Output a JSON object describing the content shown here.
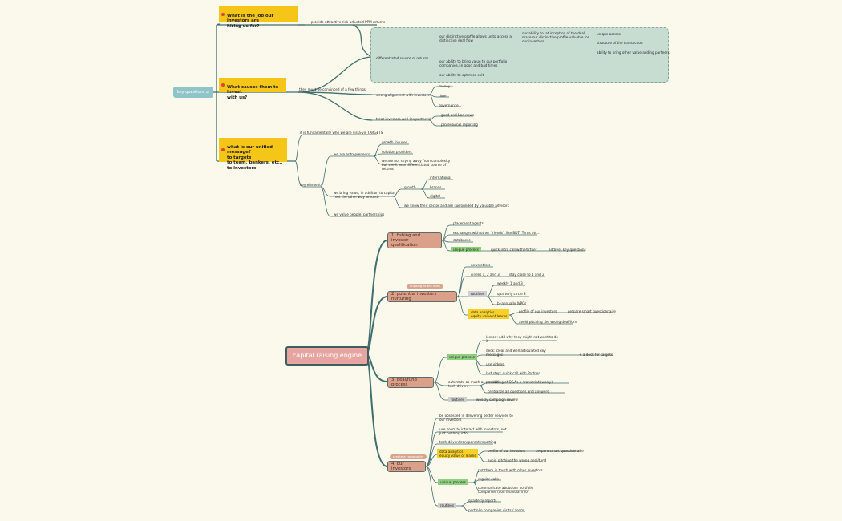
{
  "key_questions": {
    "label": "key questions",
    "icon": "link-icon"
  },
  "q1": {
    "title": "What is the job our investors are\nhiring us for?",
    "answer": "provide attractive risk-adjusted PPM returns"
  },
  "q2": {
    "title": "What causes them to invest\nwith us?",
    "intro": "they must be convinced of a few things",
    "differentiated": "differentiated source of returns",
    "distinctive": "our distinctive profile allows us to access a\ndistinctive deal flow",
    "ability_inception": "our ability to, at inception of the deal,\nmake our distinctive profile valuable for\nour investors",
    "unique_access": "unique access",
    "structure": "structure of the transaction",
    "bring_other": "ability to bring other value-adding partners",
    "bring_value": "our ability to bring value to our portfolio\ncompanies, in good and bad times",
    "optimise": "our ability to optimise exit",
    "alignment": "strong alignment with investors",
    "money": "money",
    "time": "time",
    "governance": "governance",
    "treat": "treat investors well (as partners)",
    "good_bad": "good and bad news",
    "reporting": "professional reporting"
  },
  "q3": {
    "title": "what is our unified message?\nto targets\nto team, bankers, etc..\nto investors",
    "fundamentally": "it is fundamentally who we are vis-a-vis TARGETS",
    "key_elements": "key elements",
    "entrepreneurs": "we are entrepreneurs",
    "growth_focused": "growth focused",
    "solution": "solution providers",
    "not_shying": "we are not shying away from complexity\nbut see it as a differentiated source of\nreturns",
    "bring_value": "we bring value, in addition to capital\n(not the other way around)",
    "growth": "growth",
    "international": "international",
    "brands": "brands",
    "digital": "digital",
    "know_sector": "we know their sector and are surrounded by valuable advisors",
    "value_people": "we value people, partnerships"
  },
  "central": "capital raising engine",
  "s1": {
    "title": "1. fishing and investor\nqualification",
    "placement": "placement agents",
    "exchanges": "exchanges with other 'friends', like BDT, Tyrus etc...",
    "databases": "databases",
    "unique": "unique process",
    "quick_intro": "quick intro call with Partner",
    "address": "address key questions"
  },
  "s2": {
    "pill": "ongoing at the start",
    "title": "2. potential investors nurturing",
    "newsletters": "newsletters",
    "circles": "circles 1, 2 and 3",
    "stay_close": "stay close to 1 and 2",
    "routines": "routines",
    "weekly": "weekly 1 and 3",
    "quarterly": "quarterly circle 3",
    "biannual": "bi-annually lVPCs",
    "data_analytics": "data analytics\nequity value of learns",
    "profile": "profile of our investors",
    "prepare": "prepare smart questionnaire",
    "avoid": "avoid pitching the wrong deal/fund"
  },
  "s3": {
    "title": "3. deal/fund process",
    "unique": "unique process",
    "lesson": "lesson: add why they might not want to do\nit",
    "deck": "deck: clear and well-articulated key\nmessages",
    "deck_targets": "+ a deck for targets",
    "video": "use videos",
    "last_step": "last step: quick call with Partner",
    "automate": "automate as much as possible\ntech-driven",
    "recording": "recording of Q&As + transcript (worry)",
    "centralize": "centralize all questions and answers",
    "routines": "routines",
    "weekly_review": "weekly campaign review"
  },
  "s4": {
    "pill": "create a community",
    "title": "4. our investors",
    "obsessed": "be obsessed in delivering better services to\nour investors",
    "zoom": "use zoom to interact with investors, not\njust pushing info",
    "tech_reporting": "tech-driven transparent reporting",
    "data_analytics": "data analytics\nequity value of learns",
    "profile": "profile of our investors",
    "prepare": "prepare smart questionnaire",
    "avoid": "avoid pitching the wrong deal/fund",
    "unique": "unique process",
    "put_touch": "put them in touch with other investors",
    "regular_calls": "regular calls",
    "communicate": "communicate about our portfolio\ncompanies (non financial info)",
    "routines": "routines",
    "quarterly_reports": "quarterly reports",
    "portfolio_visits": "portfolio companies visits / zoom"
  },
  "colors": {
    "teal": "#3f6e6e",
    "yellow": "#f5c518",
    "salmon": "#dba08a",
    "green": "#8ecf7f"
  }
}
